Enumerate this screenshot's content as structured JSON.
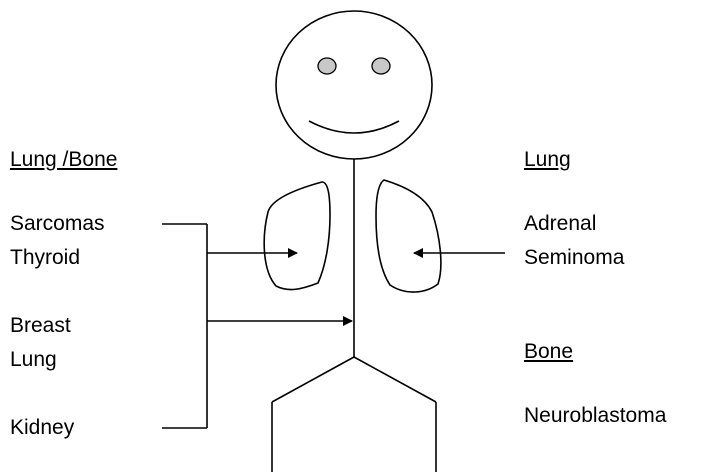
{
  "left": {
    "heading": "Lung /Bone",
    "items": [
      "Sarcomas",
      "Thyroid",
      "Breast",
      "Lung",
      "Kidney"
    ]
  },
  "right": {
    "heading_lung": "Lung",
    "lung_items": [
      "Adrenal",
      "Seminoma"
    ],
    "heading_bone": "Bone",
    "bone_items": [
      "Neuroblastoma"
    ]
  }
}
